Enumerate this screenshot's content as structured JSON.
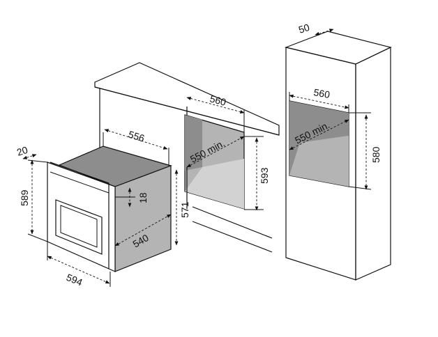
{
  "dimensions": {
    "oven": {
      "depth_top": "556",
      "height_front": "589",
      "width_front": "594",
      "panel_depth": "20",
      "side_offset": "18",
      "height_side": "571",
      "depth_bottom": "540"
    },
    "under_counter_cutout": {
      "width": "560",
      "depth": "550 min.",
      "height": "593"
    },
    "tall_cabinet_cutout": {
      "top_gap": "50",
      "width": "560",
      "depth": "550 min.",
      "height": "580"
    }
  },
  "colors": {
    "line": "#111111",
    "shade_dark": "#8d8d8d",
    "shade_mid": "#b4b4b4",
    "shade_light": "#d2d2d2",
    "background": "#ffffff"
  }
}
